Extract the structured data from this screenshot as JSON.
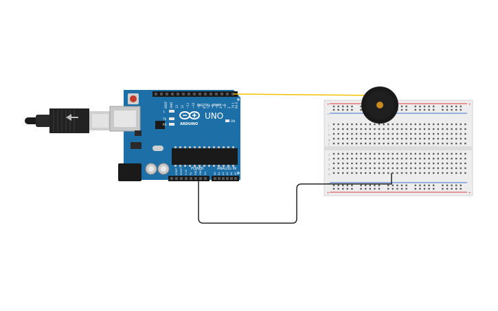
{
  "board": {
    "logo_text": "ARDUINO",
    "model": "UNO",
    "digital_label": "DIGITAL (PWM~)",
    "power_label": "POWER",
    "analog_label": "ANALOG IN",
    "on_label": "ON",
    "led_l": "L",
    "led_tx": "TX",
    "led_rx": "RX",
    "aref": "AREF",
    "gnd": "GND",
    "digital_pins": [
      "13",
      "12",
      "~11",
      "~10",
      "~9",
      "8",
      "7",
      "~6",
      "~5",
      "4",
      "~3",
      "2",
      "TX 1",
      "RX 0"
    ],
    "power_pins": [
      "IOREF",
      "RESET",
      "3.3V",
      "5V",
      "GND",
      "GND",
      "Vin"
    ],
    "analog_pins": [
      "A0",
      "A1",
      "A2",
      "A3",
      "A4",
      "A5"
    ]
  },
  "breadboard": {
    "columns": 30,
    "row_letters_top": [
      "j",
      "i",
      "h",
      "g",
      "f"
    ],
    "row_letters_bottom": [
      "e",
      "d",
      "c",
      "b",
      "a"
    ],
    "plus": "+",
    "minus": "−"
  },
  "components": {
    "buzzer": "piezo-buzzer",
    "usb": "usb-cable"
  },
  "colors": {
    "board": "#1d6fa8",
    "signal_wire": "#f2c200",
    "ground_wire": "#222222",
    "rail_red": "#e03a3a",
    "rail_blue": "#3a6fd0",
    "buzzer": "#1a1a1a"
  }
}
